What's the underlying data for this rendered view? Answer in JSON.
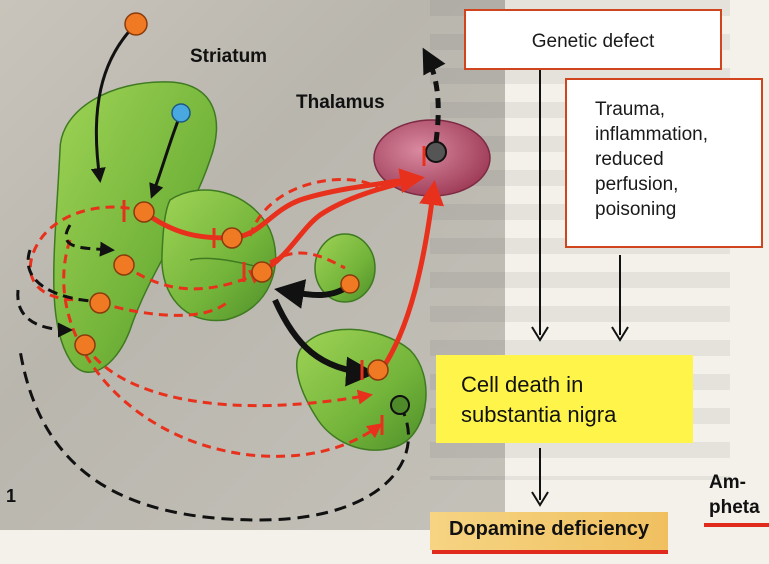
{
  "labels": {
    "striatum": "Striatum",
    "thalamus": "Thalamus",
    "figure_number": "1"
  },
  "boxes": {
    "genetic_defect": "Genetic defect",
    "trauma_lines": [
      "Trauma,",
      "inflammation,",
      "reduced",
      "perfusion,",
      "poisoning"
    ],
    "cell_death_lines": [
      "Cell death in",
      "substantia nigra"
    ],
    "dopamine_deficiency": "Dopamine deficiency",
    "amphetamine_lines": [
      "Am-",
      "pheta"
    ]
  },
  "colors": {
    "excitatory_path": "#e8311c",
    "neuron_dot": "#f07a24",
    "dopamine_path": "#111111",
    "tissue_green": "#7dbe3c",
    "thalamus_red": "#b8506a",
    "box_border": "#d0451e",
    "highlight_yellow": "#fff44a"
  }
}
